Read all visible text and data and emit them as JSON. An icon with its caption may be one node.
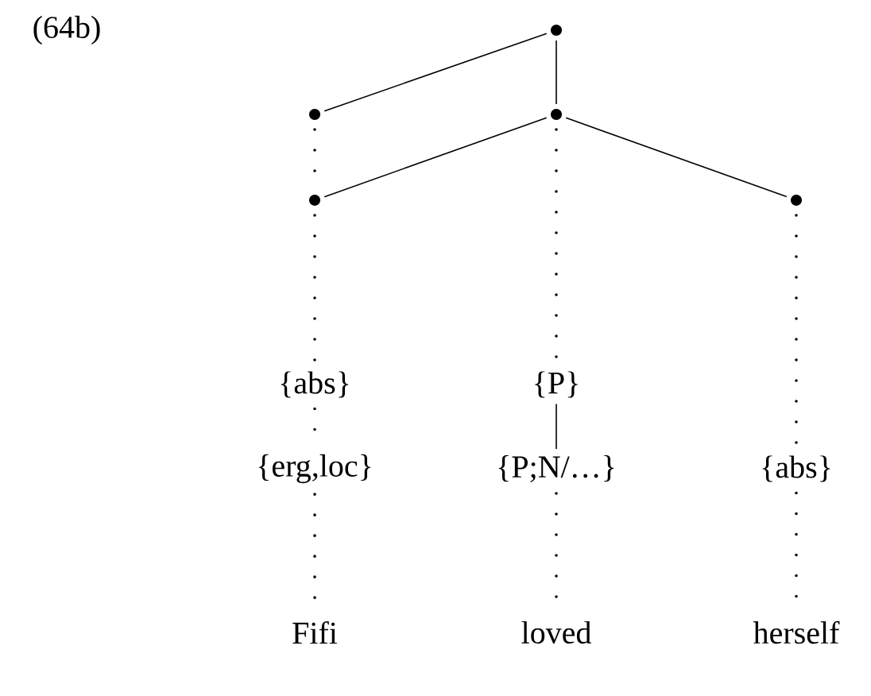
{
  "diagram": {
    "nodes": [
      {
        "text": [],
        "shape": "circle"
      },
      {
        "text": [],
        "shape": "circle"
      },
      {
        "text": [],
        "shape": "circle"
      },
      {
        "text": [],
        "shape": "circle"
      },
      {
        "text": [],
        "shape": "circle"
      },
      {
        "text": [
          "{abs}"
        ]
      },
      {
        "text": [
          "{P}"
        ]
      },
      {
        "text": [
          "{erg,loc}"
        ]
      },
      {
        "text": [
          "{P;N/…}"
        ]
      },
      {
        "text": [
          "{abs}"
        ]
      },
      {
        "text": [
          "Fifi"
        ]
      },
      {
        "text": [
          "loved"
        ]
      },
      {
        "text": [
          "herself"
        ]
      }
    ],
    "edges": [
      {
        "from": 0,
        "to": 1,
        "arrow": "none"
      },
      {
        "from": 0,
        "to": 2,
        "arrow": "none"
      },
      {
        "from": 1,
        "to": 3,
        "arrow": "none",
        "style": "dashed"
      },
      {
        "from": 2,
        "to": 3,
        "arrow": "none"
      },
      {
        "from": 2,
        "to": 4,
        "arrow": "none"
      },
      {
        "from": 3,
        "to": 5,
        "arrow": "none",
        "style": "dashed"
      },
      {
        "from": 2,
        "to": 6,
        "arrow": "none",
        "style": "dashed"
      },
      {
        "from": 4,
        "to": 9,
        "arrow": "none",
        "style": "dashed"
      },
      {
        "from": 5,
        "to": 7,
        "arrow": "none",
        "style": "dashed"
      },
      {
        "from": 6,
        "to": 8,
        "arrow": "none"
      },
      {
        "from": 7,
        "to": 10,
        "arrow": "none",
        "style": "dashed"
      },
      {
        "from": 8,
        "to": 11,
        "arrow": "none",
        "style": "dashed"
      },
      {
        "from": 9,
        "to": 12,
        "arrow": "none",
        "style": "dashed"
      }
    ],
    "labels": [
      "(64b)"
    ]
  }
}
